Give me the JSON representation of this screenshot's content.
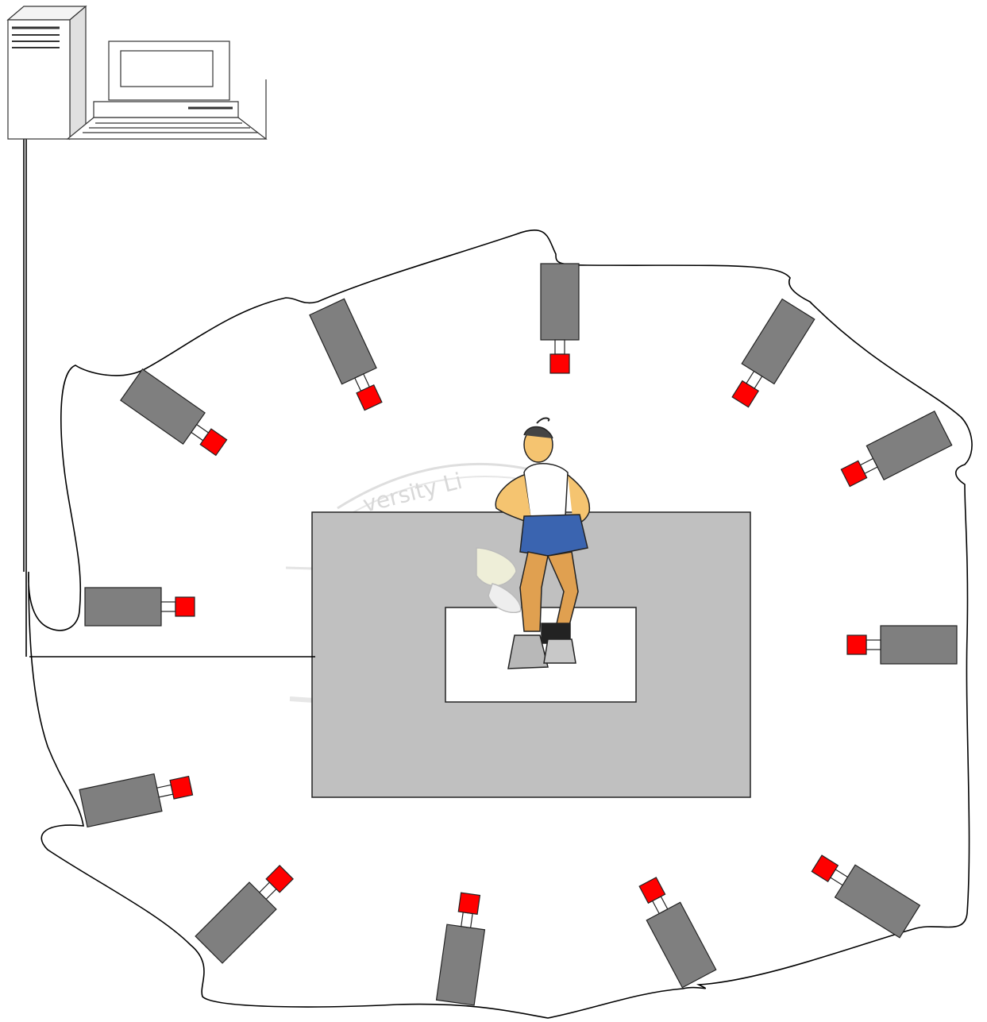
{
  "diagram": {
    "watermark_text": "versity Li",
    "components": {
      "computer": {
        "icon": "desktop-computer-icon"
      },
      "camera": {
        "icon": "video-camera-icon",
        "count": 12
      },
      "capture_area": {
        "icon": "floor-mat"
      },
      "performer": {
        "icon": "walking-person-icon"
      }
    },
    "colors": {
      "camera_body": "#7f7f7f",
      "camera_lens": "#ff0000",
      "outer_floor": "#c0c0c0",
      "inner_floor": "#ffffff",
      "cable": "#000000"
    }
  }
}
